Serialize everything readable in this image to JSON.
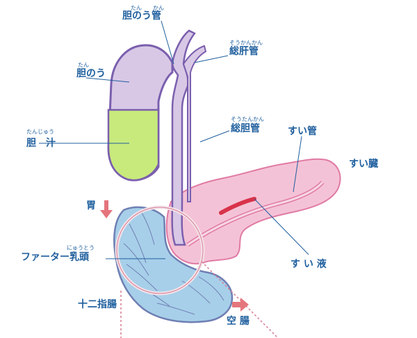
{
  "labels": {
    "cystic_duct": {
      "text": "胆のう管",
      "ruby": "たん　　かん"
    },
    "common_hepatic_duct": {
      "text": "総肝管",
      "ruby": "そうかんかん"
    },
    "gallbladder": {
      "text": "胆のう",
      "ruby": "たん"
    },
    "bile": {
      "text": "胆　汁",
      "ruby": "たんじゅう"
    },
    "common_bile_duct": {
      "text": "総胆管",
      "ruby": "そうたんかん"
    },
    "pancreatic_duct": {
      "text": "すい管"
    },
    "pancreas": {
      "text": "すい臓"
    },
    "stomach": {
      "text": "胃"
    },
    "papilla": {
      "text": "ファーター乳頭",
      "ruby": "にゅうとう"
    },
    "pancreatic_juice": {
      "text": "す い 液"
    },
    "duodenum": {
      "text": "十二指腸"
    },
    "jejunum": {
      "text": "空 腸"
    }
  },
  "colors": {
    "outline": "#7b5fae",
    "duct_fill": "#d8c8e6",
    "bile_fill": "#c8ea7c",
    "pancreas_fill": "#f4c2d6",
    "pancreas_outline": "#e07aa4",
    "duodenum_fill": "#a7cfe9",
    "duodenum_outline": "#6f7fb3",
    "arrow": "#e4757d",
    "label": "#1f5f9e"
  }
}
